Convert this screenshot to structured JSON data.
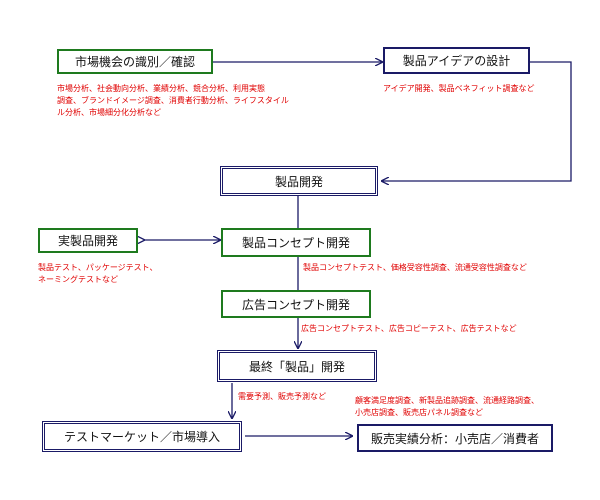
{
  "colors": {
    "navy": "#1a1a66",
    "green": "#1e7a1e",
    "red": "#e00000"
  },
  "nodes": {
    "market": "市場機会の識別／確認",
    "idea": "製品アイデアの設計",
    "dev": "製品開発",
    "real": "実製品開発",
    "concept": "製品コンセプト開発",
    "ad": "広告コンセプト開発",
    "final": "最終「製品」開発",
    "testmkt": "テストマーケット／市場導入",
    "sales": "販売実績分析：小売店／消費者"
  },
  "notes": {
    "market": [
      "市場分析、社会動向分析、業績分析、競合分析、利用実態",
      "調査、ブランドイメージ調査、消費者行動分析、ライフスタイル",
      "ル分析、市場細分化分析など"
    ],
    "idea": [
      "アイデア開発、製品ベネフィット調査など"
    ],
    "real": [
      "製品テスト、パッケージテスト、",
      "ネーミングテストなど"
    ],
    "concept": [
      "製品コンセプトテスト、価格受容性調査、流通受容性調査など"
    ],
    "ad": [
      "広告コンセプトテスト、広告コピーテスト、広告テストなど"
    ],
    "final": [
      "需要予測、販売予測など"
    ],
    "sales": [
      "顧客満足度調査、新製品追跡調査、流通経路調査、",
      "小売店調査、販売店パネル調査など"
    ]
  }
}
